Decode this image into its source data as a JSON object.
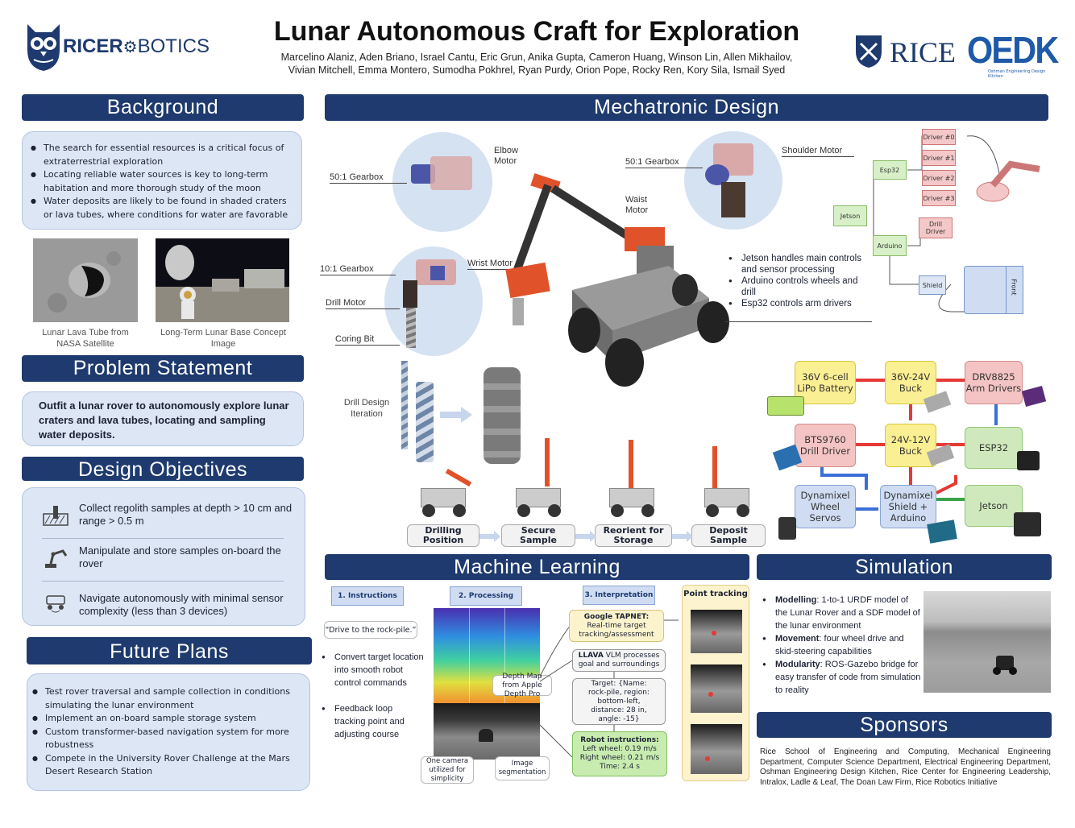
{
  "header": {
    "title": "Lunar Autonomous Craft for Exploration",
    "authors_line1": "Marcelino Alaniz, Aden Briano, Israel Cantu, Eric Grun, Anika Gupta, Cameron Huang, Winson Lin, Allen Mikhailov,",
    "authors_line2": "Vivian Mitchell, Emma Montero, Sumodha Pokhrel, Ryan Purdy, Orion Pope, Rocky Ren, Kory Sila, Ismail Syed",
    "logo_left_a": "RICER",
    "logo_left_b": "BOTICS",
    "logo_rice": "RICE",
    "logo_oedk": "OEDK",
    "logo_oedk_sub": "Oshman Engineering Design Kitchen"
  },
  "background": {
    "heading": "Background",
    "bullets": [
      "The search for essential resources is a critical focus of extraterrestrial exploration",
      "Locating reliable water sources is key to long-term habitation and more thorough study of the moon",
      "Water deposits are likely to be found in shaded craters or lava tubes, where conditions for water are favorable"
    ],
    "img1_caption": "Lunar Lava Tube from NASA Satellite",
    "img2_caption": "Long-Term Lunar Base Concept Image"
  },
  "problem": {
    "heading": "Problem Statement",
    "text": "Outfit a lunar rover to autonomously explore lunar craters and lava tubes, locating and sampling water deposits."
  },
  "objectives": {
    "heading": "Design Objectives",
    "items": [
      "Collect regolith samples at depth > 10 cm and range > 0.5 m",
      "Manipulate and store samples on-board the rover",
      "Navigate autonomously with minimal sensor complexity (less than 3 devices)"
    ]
  },
  "future": {
    "heading": "Future Plans",
    "bullets": [
      "Test rover traversal and sample collection in conditions simulating the lunar environment",
      "Implement an on-board sample storage system",
      "Custom transformer-based navigation system for more robustness",
      "Compete in the University Rover Challenge at the Mars Desert Research Station"
    ]
  },
  "mechatronic": {
    "heading": "Mechatronic Design",
    "labels": {
      "gearbox50_a": "50:1 Gearbox",
      "elbow": "Elbow Motor",
      "gearbox50_b": "50:1 Gearbox",
      "shoulder": "Shoulder Motor",
      "waist": "Waist Motor",
      "gearbox10": "10:1 Gearbox",
      "wrist": "Wrist Motor",
      "drill": "Drill Motor",
      "coring": "Coring Bit",
      "drill_iter": "Drill Design Iteration"
    },
    "bullets": [
      "Jetson handles main controls and sensor processing",
      "Arduino controls wheels and drill",
      "Esp32 controls arm drivers"
    ],
    "arch": {
      "drivers": [
        "Driver #0",
        "Driver #1",
        "Driver #2",
        "Driver #3"
      ],
      "esp32": "Esp32",
      "jetson": "Jetson",
      "arduino": "Arduino",
      "drill_driver": "Drill Driver",
      "shield": "Shield",
      "front": "Front"
    },
    "stages": [
      "Drilling Position",
      "Secure Sample",
      "Reorient for Storage",
      "Deposit Sample"
    ],
    "power": {
      "battery": "36V 6-cell LiPo Battery",
      "buck1": "36V-24V Buck",
      "drv": "DRV8825 Arm Drivers",
      "bts": "BTS9760 Drill Driver",
      "buck2": "24V-12V Buck",
      "esp32": "ESP32",
      "dyn_servo": "Dynamixel Wheel Servos",
      "dyn_shield": "Dynamixel Shield + Arduino",
      "jetson": "Jetson"
    }
  },
  "ml": {
    "heading": "Machine Learning",
    "step1": "1. Instructions",
    "step2": "2. Processing",
    "step3": "3. Interpretation",
    "step4": "Point tracking",
    "prompt": "“Drive to the rock-pile.”",
    "bullets": [
      "Convert target location into smooth robot control commands",
      "Feedback loop tracking point and adjusting course"
    ],
    "depth_caption": "Depth Map from Apple Depth Pro",
    "cam_caption": "One camera utilized for simplicity",
    "seg_caption": "Image segmentation",
    "tapnet_title": "Google TAPNET:",
    "tapnet_text": "Real-time target tracking/assessment",
    "llava_title": "LLAVA",
    "llava_text": "VLM processes goal and surroundings",
    "target_text": "Target: {Name: rock-pile, region: bottom-left, distance: 28 in, angle: -15}",
    "robot_title": "Robot instructions:",
    "robot_l": "Left wheel: 0.19 m/s",
    "robot_r": "Right wheel: 0.21 m/s",
    "robot_t": "Time: 2.4 s"
  },
  "simulation": {
    "heading": "Simulation",
    "items": [
      {
        "k": "Modelling",
        "v": ": 1-to-1 URDF model of the Lunar Rover and a SDF model of the lunar environment"
      },
      {
        "k": "Movement",
        "v": ": four wheel drive and skid-steering capabilities"
      },
      {
        "k": "Modularity",
        "v": ": ROS-Gazebo bridge for easy transfer of code from simulation to reality"
      }
    ]
  },
  "sponsors": {
    "heading": "Sponsors",
    "text": "Rice School of Engineering and Computing, Mechanical Engineering Department, Computer Science Department, Electrical Engineering Department, Oshman Engineering Design Kitchen, Rice Center for Engineering Leadership, Intralox, Ladle & Leaf, The Doan Law Firm, Rice Robotics Initiative"
  },
  "colors": {
    "banner": "#1e3a6e",
    "panel": "#dce6f4",
    "rover_orange": "#e0522a",
    "power_red": "#e53935",
    "power_blue": "#3b6fd8",
    "power_green": "#3aa34a"
  }
}
